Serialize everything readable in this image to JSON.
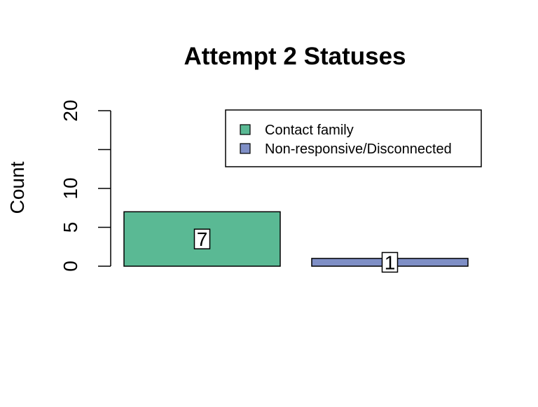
{
  "chart_data": {
    "type": "bar",
    "title": "Attempt 2 Statuses",
    "xlabel": "",
    "ylabel": "Count",
    "categories": [
      "Contact family",
      "Non-responsive/Disconnected"
    ],
    "values": [
      7,
      1
    ],
    "data_labels": [
      "7",
      "1"
    ],
    "colors": [
      "#5ab994",
      "#7f8fc6"
    ],
    "ylim": [
      0,
      20
    ],
    "y_ticks": [
      0,
      5,
      10,
      15,
      20
    ],
    "y_tick_labels": [
      "0",
      "5",
      "10",
      "",
      "20"
    ],
    "grid": false,
    "legend": {
      "placement": "top-right",
      "entries": [
        "Contact family",
        "Non-responsive/Disconnected"
      ]
    }
  }
}
